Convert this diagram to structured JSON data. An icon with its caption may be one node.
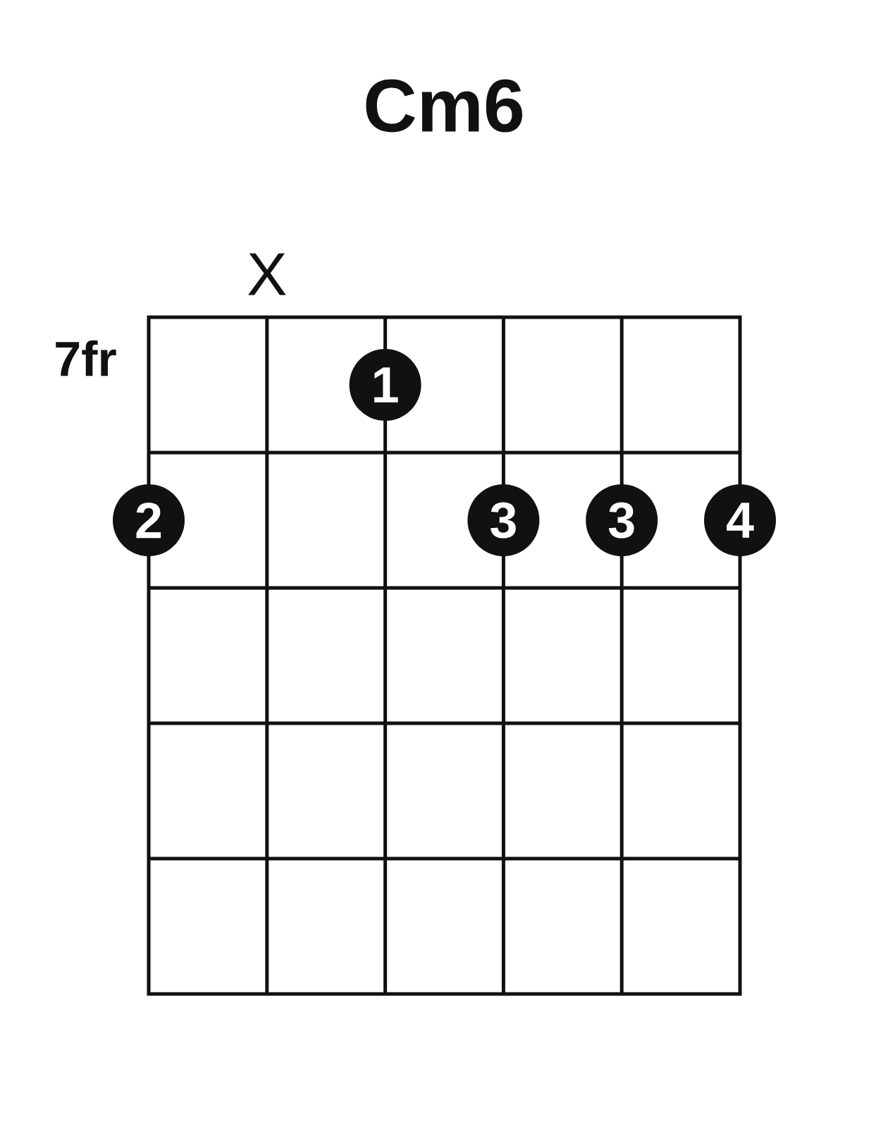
{
  "diagram": {
    "title": "Cm6",
    "nodes": [
      {
        "text": [
          "1"
        ]
      },
      {
        "text": [
          "2"
        ]
      },
      {
        "text": [
          "3"
        ]
      },
      {
        "text": [
          "3"
        ]
      },
      {
        "text": [
          "4"
        ]
      }
    ],
    "labels": [
      "X",
      "7fr"
    ]
  }
}
